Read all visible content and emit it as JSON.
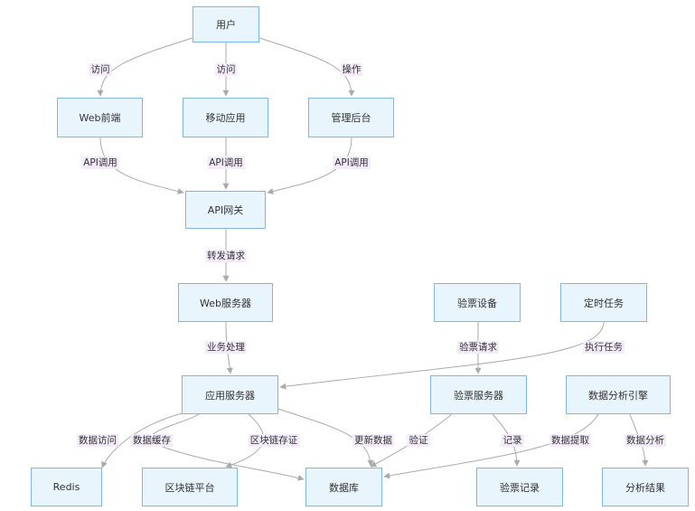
{
  "nodes": {
    "user": "用户",
    "web_frontend": "Web前端",
    "mobile_app": "移动应用",
    "admin": "管理后台",
    "api_gateway": "API网关",
    "web_server": "Web服务器",
    "ticket_device": "验票设备",
    "scheduled_task": "定时任务",
    "app_server": "应用服务器",
    "ticket_server": "验票服务器",
    "analytics_engine": "数据分析引擎",
    "redis": "Redis",
    "blockchain": "区块链平台",
    "database": "数据库",
    "ticket_record": "验票记录",
    "analysis_result": "分析结果"
  },
  "edges": [
    {
      "from": "user",
      "to": "web_frontend",
      "label": "访问"
    },
    {
      "from": "user",
      "to": "mobile_app",
      "label": "访问"
    },
    {
      "from": "user",
      "to": "admin",
      "label": "操作"
    },
    {
      "from": "web_frontend",
      "to": "api_gateway",
      "label": "API调用"
    },
    {
      "from": "mobile_app",
      "to": "api_gateway",
      "label": "API调用"
    },
    {
      "from": "admin",
      "to": "api_gateway",
      "label": "API调用"
    },
    {
      "from": "api_gateway",
      "to": "web_server",
      "label": "转发请求"
    },
    {
      "from": "web_server",
      "to": "app_server",
      "label": "业务处理"
    },
    {
      "from": "ticket_device",
      "to": "ticket_server",
      "label": "验票请求"
    },
    {
      "from": "scheduled_task",
      "to": "app_server",
      "label": "执行任务"
    },
    {
      "from": "app_server",
      "to": "redis",
      "label": "数据访问"
    },
    {
      "from": "app_server",
      "to": "database",
      "label": "数据缓存"
    },
    {
      "from": "app_server",
      "to": "blockchain",
      "label": "区块链存证"
    },
    {
      "from": "app_server",
      "to": "database",
      "label": "更新数据"
    },
    {
      "from": "ticket_server",
      "to": "database",
      "label": "验证"
    },
    {
      "from": "ticket_server",
      "to": "ticket_record",
      "label": "记录"
    },
    {
      "from": "analytics_engine",
      "to": "database",
      "label": "数据提取"
    },
    {
      "from": "analytics_engine",
      "to": "analysis_result",
      "label": "数据分析"
    }
  ],
  "colors": {
    "node_fill": "#e9f5fd",
    "node_border": "#7fb7e6",
    "edge": "#aaaaaa",
    "label_bg": "#f4ecfb"
  }
}
